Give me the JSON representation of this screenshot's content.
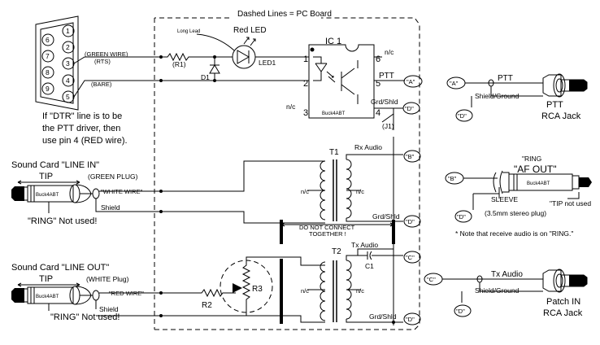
{
  "title": "Dashed Lines = PC Board",
  "db9": {
    "pins": [
      "1",
      "2",
      "3",
      "4",
      "5",
      "6",
      "7",
      "8",
      "9"
    ]
  },
  "wires": {
    "green_wire": "(GREEN WIRE)",
    "rts": "(RTS)",
    "bare": "(BARE)"
  },
  "note_dtr": [
    "If \"DTR\" line is to be",
    "the PTT driver, then",
    "use pin 4 (RED wire)."
  ],
  "led": {
    "long_lead": "Long Lead",
    "red_led": "Red LED",
    "led1": "LED1",
    "r1": "(R1)",
    "d1": "D1"
  },
  "ic1": {
    "label": "IC 1",
    "chip": "Buck4ABT",
    "nc": "n/c",
    "pins": [
      "1",
      "2",
      "3",
      "4",
      "5",
      "6"
    ],
    "ptt": "PTT",
    "nc_pin6": "n/c",
    "grd_shld": "Grd/Shld",
    "j1": "(J1)"
  },
  "connectors": {
    "a": "\"A\"",
    "b": "\"B\"",
    "c": "\"C\"",
    "d": "\"D\""
  },
  "ptt_jack": {
    "ptt": "PTT",
    "shield": "Shield/Ground",
    "name1": "PTT",
    "name2": "RCA Jack"
  },
  "line_in": {
    "title": "Sound Card \"LINE IN\"",
    "tip": "TIP",
    "plug": "(GREEN PLUG)",
    "wire": "\"WHITE WIRE\"",
    "shield": "Shield",
    "ring": "\"RING\" Not used!",
    "brand": "Buck4ABT"
  },
  "t1": {
    "label": "T1",
    "nc_left": "n/c",
    "nc_right": "n/c",
    "rx_audio": "Rx Audio",
    "grd_shld": "Grd/Shld"
  },
  "do_not_connect": [
    "DO NOT CONNECT",
    "TOGETHER !"
  ],
  "af_out": {
    "ring": "\"RING",
    "title": "\"AF OUT\"",
    "brand": "Buck4ABT",
    "sleeve": "SLEEVE",
    "tip_not_used": "\"TIP not used",
    "plug": "(3.5mm stereo plug)",
    "note": "* Note that receive audio is on \"RING.\""
  },
  "line_out": {
    "title": "Sound Card \"LINE OUT\"",
    "tip": "TIP",
    "plug": "(WHITE Plug)",
    "wire": "\"RED WIRE\"",
    "shield": "Shield",
    "ring": "\"RING\" Not used!",
    "brand": "Buck4ABT"
  },
  "t2": {
    "label": "T2",
    "nc_left": "n/c",
    "nc_right": "n/c",
    "tx_audio": "Tx Audio",
    "c1": "C1",
    "grd_shld": "Grd/Shld",
    "r2": "R2",
    "r3": "R3"
  },
  "patch_jack": {
    "tx_audio": "Tx Audio",
    "shield": "Shield/Ground",
    "name1": "Patch IN",
    "name2": "RCA Jack"
  }
}
